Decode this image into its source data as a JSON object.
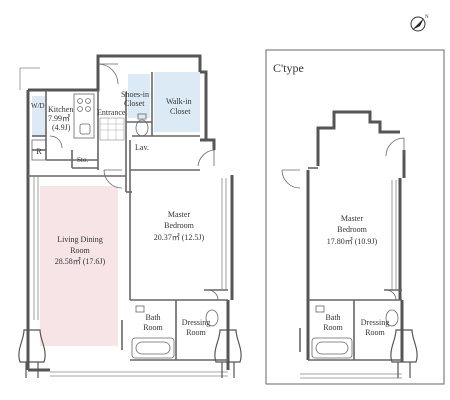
{
  "compass": {
    "north_label": "N"
  },
  "plan_a": {
    "rooms": {
      "kitchen": {
        "name": "Kitchen",
        "area_sqm": "7.99㎡",
        "area_j": "(4.9J)"
      },
      "wd": {
        "name": "W/D"
      },
      "r": {
        "name": "R"
      },
      "sto": {
        "name": "Sto."
      },
      "shoes_in_closet": {
        "line1": "Shoes-in",
        "line2": "Closet"
      },
      "entrance": {
        "name": "Entrance"
      },
      "walk_in_closet": {
        "line1": "Walk-in",
        "line2": "Closet"
      },
      "lav": {
        "name": "Lav."
      },
      "living_dining": {
        "line1": "Living Dining",
        "line2": "Room",
        "area": "28.58㎡ (17.6J)"
      },
      "master_bedroom": {
        "line1": "Master",
        "line2": "Bedroom",
        "area": "20.37㎡ (12.5J)"
      },
      "bath": {
        "line1": "Bath",
        "line2": "Room"
      },
      "dressing": {
        "line1": "Dressing",
        "line2": "Room"
      }
    }
  },
  "plan_c": {
    "type_label": "C'type",
    "rooms": {
      "master_bedroom": {
        "line1": "Master",
        "line2": "Bedroom",
        "area": "17.80㎡ (10.9J)"
      },
      "bath": {
        "line1": "Bath",
        "line2": "Room"
      },
      "dressing": {
        "line1": "Dressing",
        "line2": "Room"
      }
    }
  },
  "colors": {
    "living_fill": "#f6e4e6",
    "closet_fill": "#dbeaf4",
    "wall": "#555555",
    "frame": "#666666"
  }
}
